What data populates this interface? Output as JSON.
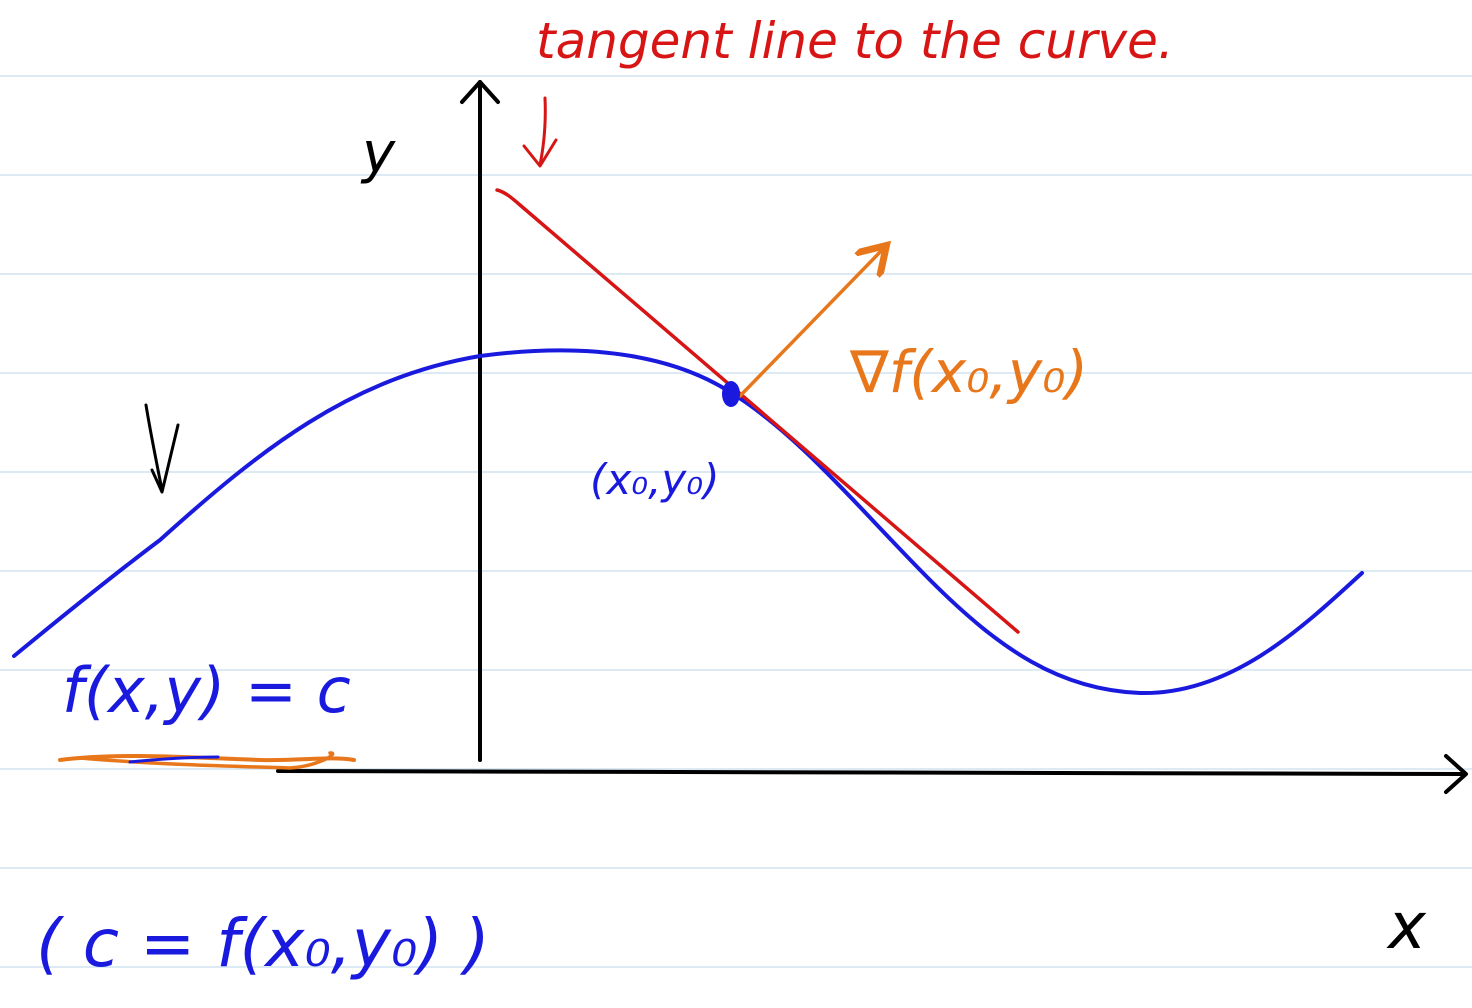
{
  "axes": {
    "y_label": "y",
    "x_label": "x"
  },
  "annotations": {
    "tangent_label": "tangent line to the curve.",
    "gradient_label": "∇f(x₀,y₀)",
    "point_label": "(x₀,y₀)",
    "level_curve_label": "f(x,y) = c",
    "constant_label": "( c = f(x₀,y₀) )"
  },
  "colors": {
    "rule_line": "#cfe3f0",
    "axis": "#000000",
    "curve": "#1a1adf",
    "tangent": "#d81515",
    "gradient": "#e8771c",
    "underline": "#e8771c"
  }
}
